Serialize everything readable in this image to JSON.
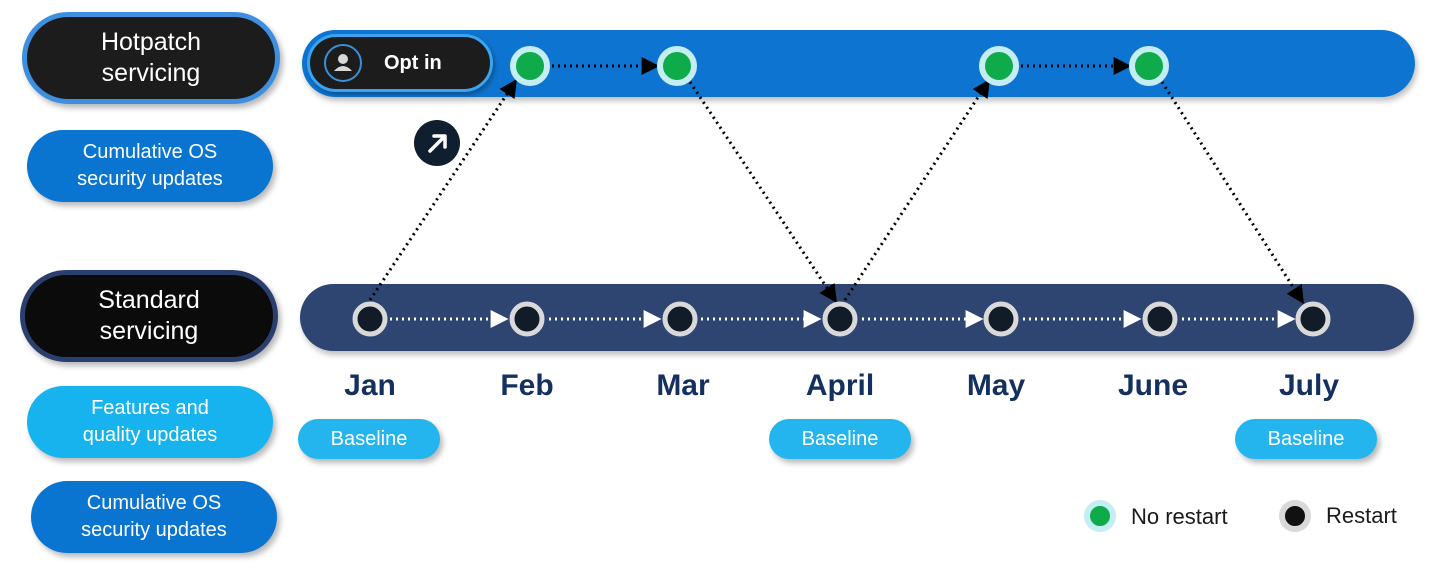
{
  "left_labels": {
    "hotpatch": "Hotpatch servicing",
    "hotpatch_updates": "Cumulative OS security updates",
    "standard": "Standard servicing",
    "features": "Features and quality updates",
    "standard_updates": "Cumulative OS security updates"
  },
  "opt_in": {
    "label": "Opt in"
  },
  "months": [
    "Jan",
    "Feb",
    "Mar",
    "April",
    "May",
    "June",
    "July"
  ],
  "baselines": [
    {
      "month": "Jan",
      "label": "Baseline"
    },
    {
      "month": "April",
      "label": "Baseline"
    },
    {
      "month": "July",
      "label": "Baseline"
    }
  ],
  "hotpatch_months": [
    "Feb",
    "Mar",
    "May",
    "June"
  ],
  "legend": {
    "no_restart": "No restart",
    "restart": "Restart"
  },
  "colors": {
    "hotpatch_track": "#0a74d1",
    "standard_track": "#2f4472",
    "no_restart_dot": "#0faa4a",
    "restart_dot": "#111c28",
    "baseline_pill": "#24b4ee",
    "month_text": "#13305f"
  }
}
